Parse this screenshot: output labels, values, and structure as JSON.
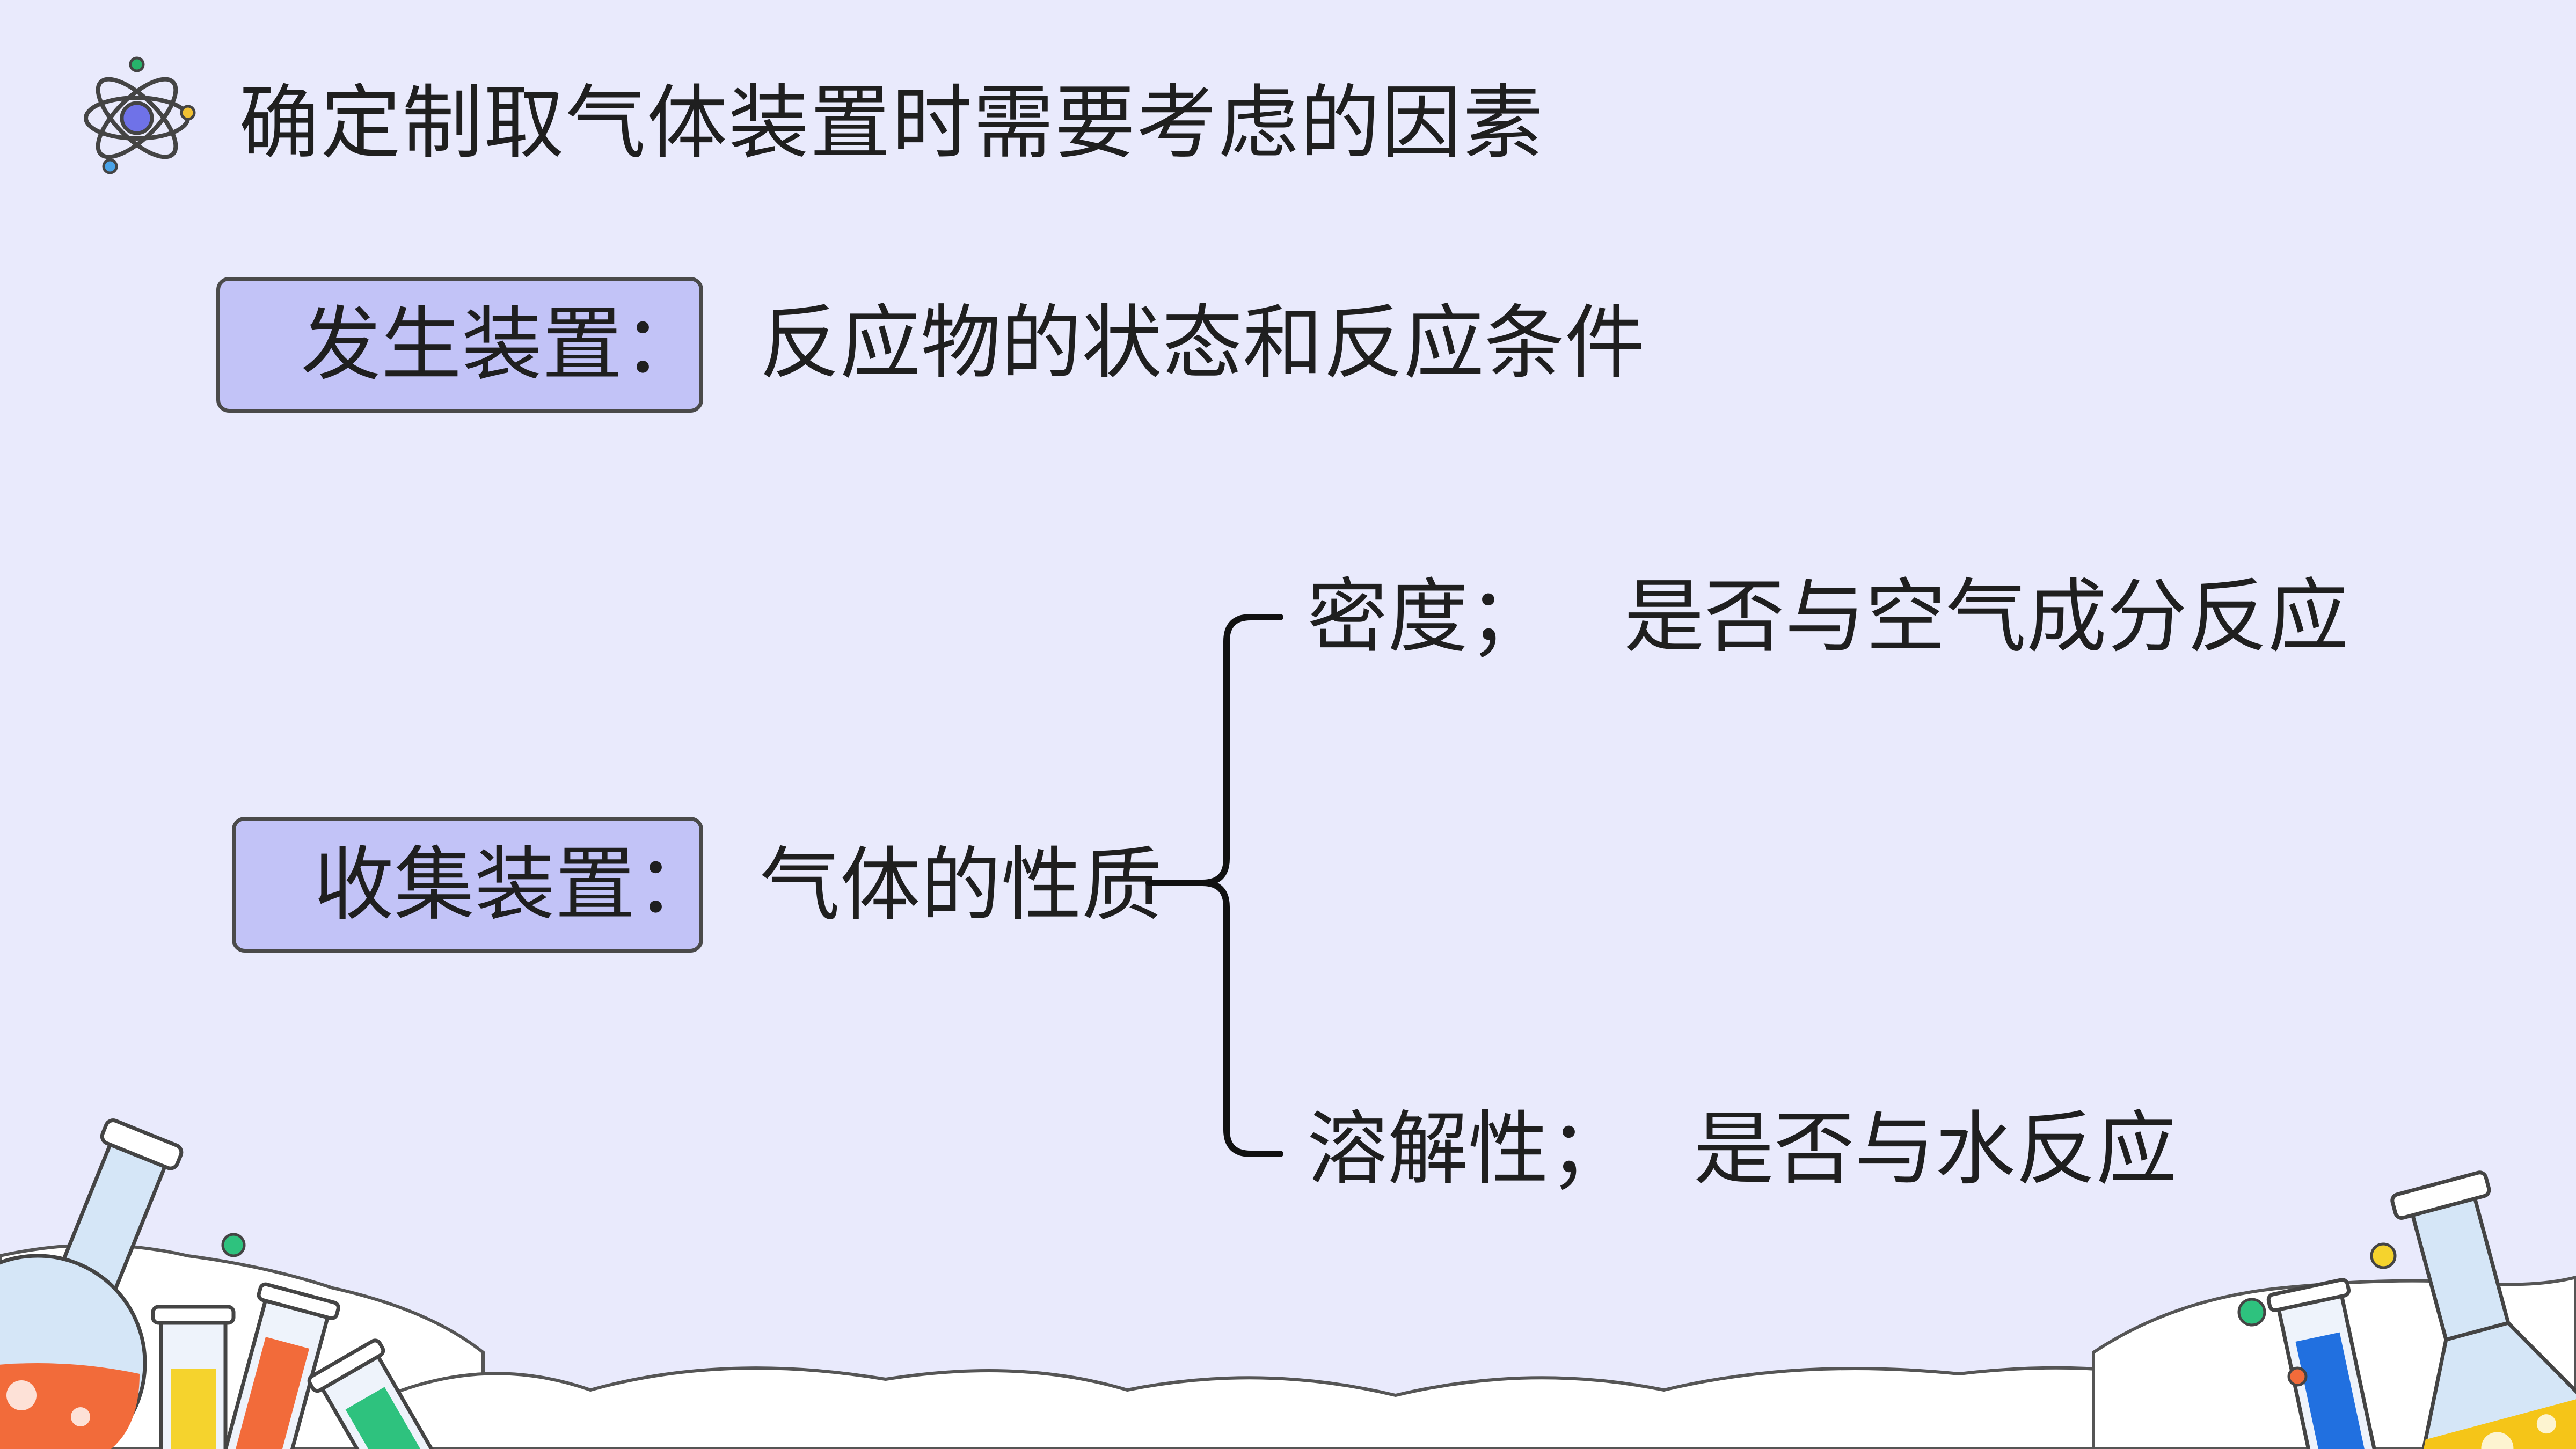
{
  "title": "确定制取气体装置时需要考虑的因素",
  "icons": {
    "title_icon": "atom-icon"
  },
  "colors": {
    "background": "#e9eafc",
    "label_box_fill": "#c2c3f7",
    "label_box_border": "#4a4a4a"
  },
  "generation": {
    "label": "发生装置：",
    "text": "反应物的状态和反应条件"
  },
  "collection": {
    "label": "收集装置：",
    "text": "气体的性质",
    "branches": {
      "density_label": "密度；",
      "density_text": "是否与空气成分反应",
      "solubility_label": "溶解性；",
      "solubility_text": "是否与水反应"
    }
  }
}
